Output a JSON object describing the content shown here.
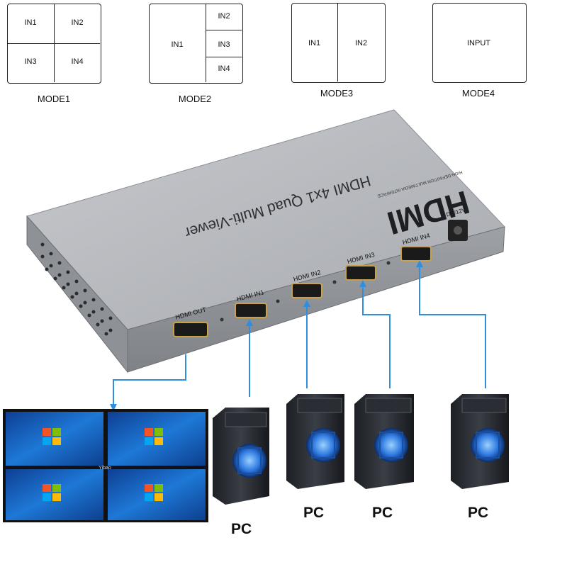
{
  "modes": [
    {
      "label": "MODE1",
      "cells": [
        "IN1",
        "IN2",
        "IN3",
        "IN4"
      ]
    },
    {
      "label": "MODE2",
      "cells": [
        "IN1",
        "IN2",
        "IN3",
        "IN4"
      ]
    },
    {
      "label": "MODE3",
      "cells": [
        "IN1",
        "IN2"
      ]
    },
    {
      "label": "MODE4",
      "cells": [
        "INPUT"
      ]
    }
  ],
  "device": {
    "title": "HDMI 4x1 Quad Multi-Viewer",
    "brand": "HDMI",
    "brand_sub": "HIGH-DEFINITION MULTIMEDIA INTERFACE",
    "dc_label": "DC/12V",
    "ports": [
      "HDMI OUT",
      "HDMI IN1",
      "HDMI IN2",
      "HDMI IN3",
      "HDMI IN4"
    ]
  },
  "monitor": {
    "watermark": "Yibao"
  },
  "pcs": [
    "PC",
    "PC",
    "PC",
    "PC"
  ],
  "colors": {
    "arrow": "#2f8ee0",
    "device": "#b9bcc1",
    "screen": "#1565c0"
  }
}
